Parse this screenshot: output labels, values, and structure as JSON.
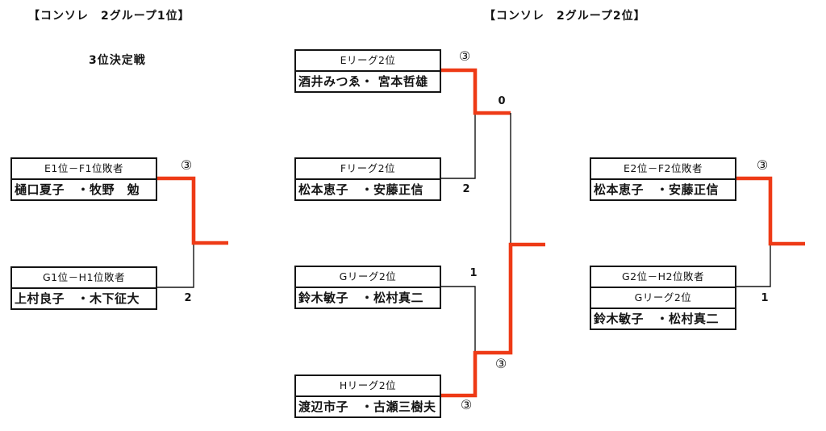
{
  "colors": {
    "accent_red": "#ee3a16",
    "line_black": "#141414",
    "background": "#ffffff"
  },
  "titles": {
    "left_group": "【コンソレ　2グループ1位】",
    "left_subtitle": "3位決定戦",
    "right_group": "【コンソレ　2グループ2位】"
  },
  "brackets": {
    "left": {
      "top": {
        "header": "E1位－F1位敗者",
        "players": "樋口夏子　・牧野　勉",
        "score": "③"
      },
      "bottom": {
        "header": "G1位－H1位敗者",
        "players": "上村良子　・木下征大",
        "score": "2"
      }
    },
    "middle": {
      "e": {
        "header": "Eリーグ2位",
        "players": "酒井みつゑ・ 宮本哲雄",
        "score": "③"
      },
      "f": {
        "header": "Fリーグ2位",
        "players": "松本恵子　・安藤正信",
        "score": "2"
      },
      "g": {
        "header": "Gリーグ2位",
        "players": "鈴木敏子　・松村真二",
        "score": "1"
      },
      "h": {
        "header": "Hリーグ2位",
        "players": "渡辺市子　・古瀬三樹夫",
        "score": "③"
      },
      "final": {
        "top_score": "0",
        "bottom_score": "③"
      }
    },
    "right": {
      "top": {
        "header": "E2位－F2位敗者",
        "players": "松本恵子　・安藤正信",
        "score": "③"
      },
      "bottom": {
        "header": "G2位－H2位敗者",
        "subheader": "Gリーグ2位",
        "players": "鈴木敏子　・松村真二",
        "score": "1"
      }
    }
  }
}
